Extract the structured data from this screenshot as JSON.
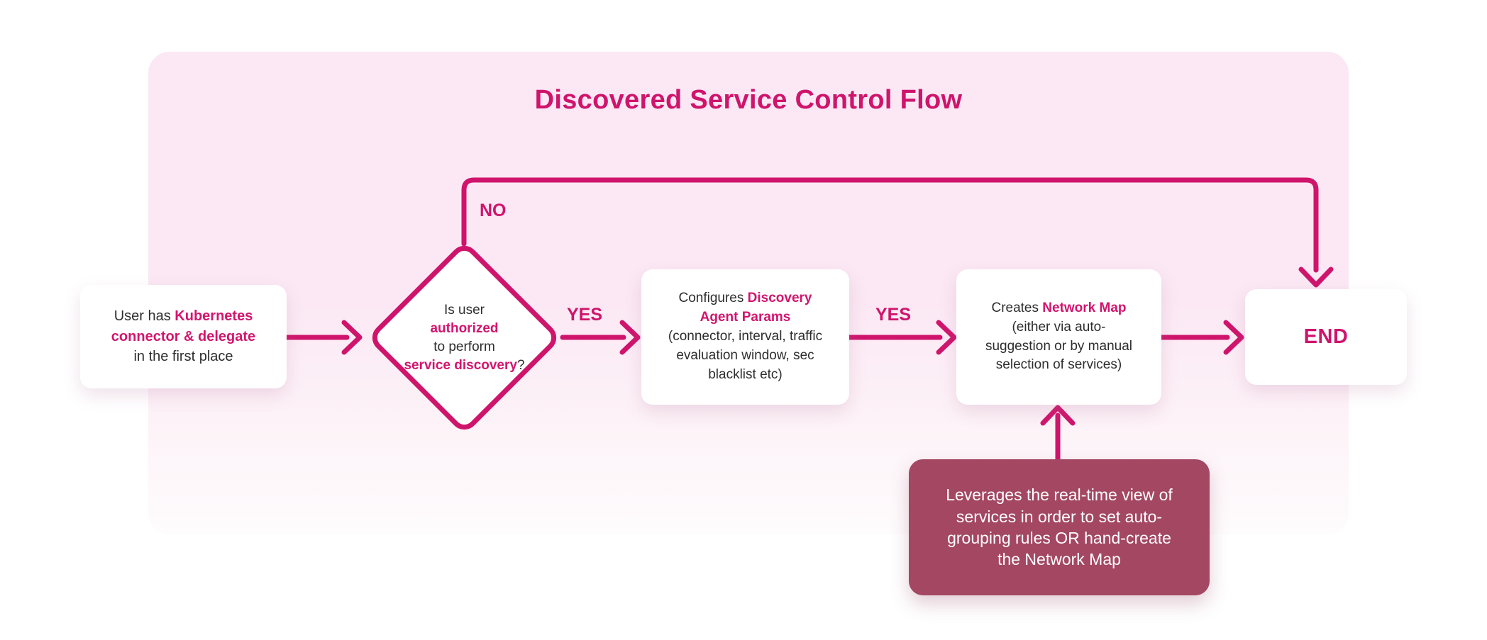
{
  "title": "Discovered Service Control Flow",
  "colors": {
    "accent_pink": "#CF146C",
    "highlight_text": "#D2156E",
    "panel_background": "#FBE8F4",
    "node_background": "#FFFFFF",
    "note_background": "#A34762",
    "note_text": "#FFFFFF",
    "body_text": "#2D2D2D"
  },
  "nodes": {
    "start": {
      "text_prefix": "User has ",
      "text_highlight": "Kubernetes connector & delegate",
      "text_suffix": " in the first place"
    },
    "decision": {
      "line1": "Is user",
      "highlight1": "authorized",
      "line2": "to perform",
      "highlight2": "service discovery",
      "suffix": "?"
    },
    "configure": {
      "text_prefix": "Configures ",
      "text_highlight": "Discovery Agent Params",
      "text_suffix": "(connector, interval, traffic evaluation window, sec blacklist etc)"
    },
    "create": {
      "text_prefix": "Creates ",
      "text_highlight": "Network Map",
      "text_suffix": "(either via auto-suggestion or by manual selection of services)"
    },
    "end": {
      "label": "END"
    },
    "note": {
      "text": "Leverages the real-time view of services in order to set auto-grouping rules OR hand-create the Network Map"
    }
  },
  "edges": {
    "decision_yes_to_configure": "YES",
    "configure_yes_to_create": "YES",
    "decision_no_to_end": "NO"
  }
}
